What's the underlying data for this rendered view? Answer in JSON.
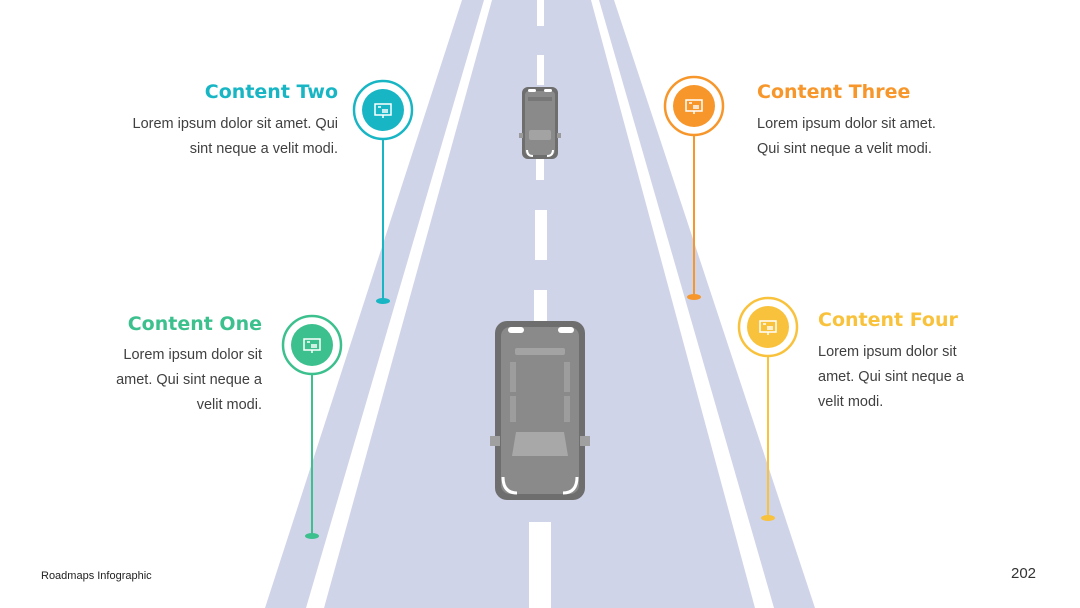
{
  "items": [
    {
      "title": "Content One",
      "text": "Lorem ipsum dolor sit amet. Qui sint neque a velit modi.",
      "color": "#3cc08e",
      "icon": "presentation-icon"
    },
    {
      "title": "Content Two",
      "text": "Lorem ipsum dolor sit amet. Qui sint neque a velit modi.",
      "color": "#18b6c4",
      "icon": "presentation-icon"
    },
    {
      "title": "Content Three",
      "text": "Lorem ipsum dolor sit amet. Qui sint neque a velit modi.",
      "color": "#f7962a",
      "icon": "presentation-icon"
    },
    {
      "title": "Content Four",
      "text": "Lorem ipsum dolor sit amet. Qui sint neque a velit modi.",
      "color": "#f9c23c",
      "icon": "presentation-icon"
    }
  ],
  "footer": {
    "label": "Roadmaps Infographic",
    "page_number": "202"
  },
  "colors": {
    "road": "#d0d4e8",
    "road_edge": "#ffffff",
    "car_body": "#8a8a8a",
    "car_dark": "#6e6e6e"
  }
}
